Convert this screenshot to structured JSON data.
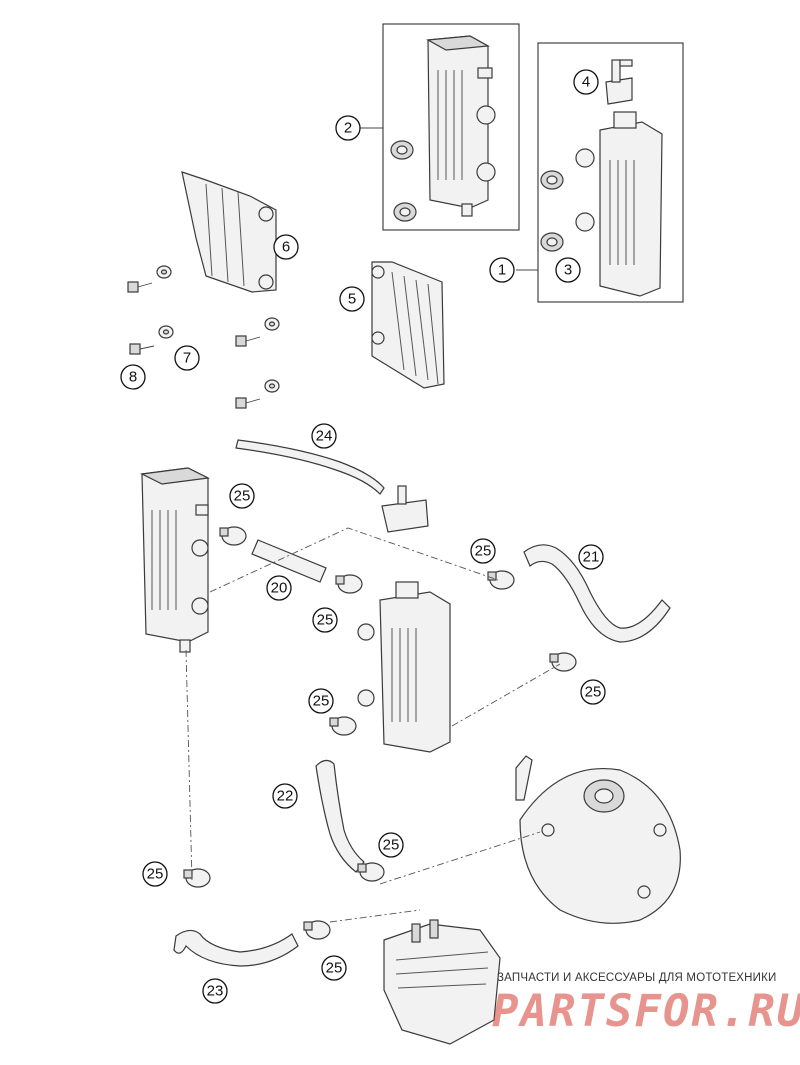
{
  "callouts": {
    "c1": "1",
    "c2": "2",
    "c3": "3",
    "c4": "4",
    "c5": "5",
    "c6": "6",
    "c7": "7",
    "c8": "8",
    "c20": "20",
    "c21": "21",
    "c22": "22",
    "c23": "23",
    "c24": "24",
    "c25a": "25",
    "c25b": "25",
    "c25c": "25",
    "c25d": "25",
    "c25e": "25",
    "c25f": "25",
    "c25g": "25",
    "c25h": "25"
  },
  "watermark": {
    "caption": "ЗАПЧАСТИ И АКСЕССУАРЫ ДЛЯ МОТОТЕХНИКИ",
    "logo": "PARTSFOR.RU",
    "color": "#d63c32"
  },
  "colors": {
    "line": "#3a3a3a",
    "fill": "#f2f2f2",
    "background": "#ffffff"
  }
}
